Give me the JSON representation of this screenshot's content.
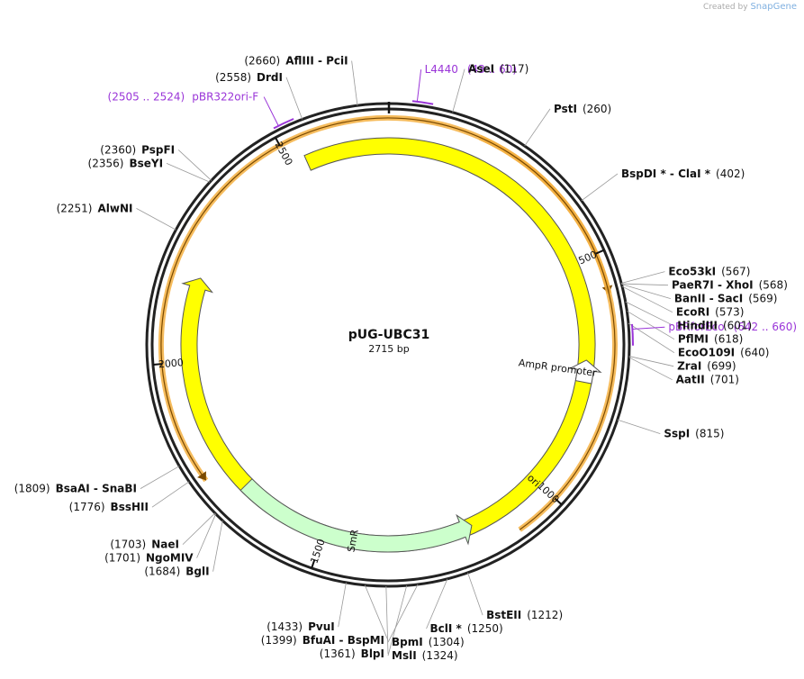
{
  "credit": {
    "prefix": "Created by",
    "brand": "SnapGene"
  },
  "plasmid": {
    "name": "pUG-UBC31",
    "size": "2715 bp",
    "length": 2715
  },
  "colors": {
    "ori": "#ffff00",
    "smr": "#ccffcc",
    "ampr": "#ffffff",
    "orf_highlight": "#f5b041",
    "primer": "#9a35d8",
    "backbone": "#222222"
  },
  "ring_ticks": [
    "500",
    "1000",
    "1500",
    "2000",
    "2500"
  ],
  "features": [
    {
      "name": "ori",
      "start": 2535,
      "end": 2184,
      "direction": "cw",
      "color": "#ffff00"
    },
    {
      "name": "SmR",
      "start": 1700,
      "end": 1170,
      "direction": "ccw",
      "color": "#ccffcc"
    },
    {
      "name": "AmpR promoter",
      "start": 760,
      "end": 712,
      "direction": "ccw",
      "color": "#ffffff"
    }
  ],
  "orfs": [
    {
      "start": 180,
      "end": 580,
      "direction": "cw"
    },
    {
      "start": 1090,
      "end": 1760,
      "direction": "ccw"
    }
  ],
  "primers": [
    {
      "name": "L4440",
      "range": "(43 .. 60)",
      "start": 43,
      "end": 60
    },
    {
      "name": "pBRforEco",
      "range": "(642 .. 660)",
      "start": 642,
      "end": 660
    },
    {
      "name": "pBR322ori-F",
      "range": "(2505 .. 2524)",
      "start": 2505,
      "end": 2524
    }
  ],
  "sites": [
    {
      "enzyme": "AseI",
      "extra": "",
      "pos": "(117)",
      "bp": 117
    },
    {
      "enzyme": "PstI",
      "extra": "",
      "pos": "(260)",
      "bp": 260
    },
    {
      "enzyme": "BspDI *",
      "extra": "ClaI *",
      "pos": "(402)",
      "bp": 402
    },
    {
      "enzyme": "Eco53kI",
      "extra": "",
      "pos": "(567)",
      "bp": 567
    },
    {
      "enzyme": "PaeR7I",
      "extra": "XhoI",
      "pos": "(568)",
      "bp": 568
    },
    {
      "enzyme": "BanII",
      "extra": "SacI",
      "pos": "(569)",
      "bp": 569
    },
    {
      "enzyme": "EcoRI",
      "extra": "",
      "pos": "(573)",
      "bp": 573
    },
    {
      "enzyme": "HindIII",
      "extra": "",
      "pos": "(601)",
      "bp": 601
    },
    {
      "enzyme": "PflMI",
      "extra": "",
      "pos": "(618)",
      "bp": 618
    },
    {
      "enzyme": "EcoO109I",
      "extra": "",
      "pos": "(640)",
      "bp": 640
    },
    {
      "enzyme": "ZraI",
      "extra": "",
      "pos": "(699)",
      "bp": 699
    },
    {
      "enzyme": "AatII",
      "extra": "",
      "pos": "(701)",
      "bp": 701
    },
    {
      "enzyme": "SspI",
      "extra": "",
      "pos": "(815)",
      "bp": 815
    },
    {
      "enzyme": "BstEII",
      "extra": "",
      "pos": "(1212)",
      "bp": 1212
    },
    {
      "enzyme": "BclI *",
      "extra": "",
      "pos": "(1250)",
      "bp": 1250
    },
    {
      "enzyme": "BpmI",
      "extra": "",
      "pos": "(1304)",
      "bp": 1304
    },
    {
      "enzyme": "MslI",
      "extra": "",
      "pos": "(1324)",
      "bp": 1324
    },
    {
      "enzyme": "BlpI",
      "extra": "",
      "pos": "(1361)",
      "bp": 1361
    },
    {
      "enzyme": "BfuAI",
      "extra": "BspMI",
      "pos": "(1399)",
      "bp": 1399
    },
    {
      "enzyme": "PvuI",
      "extra": "",
      "pos": "(1433)",
      "bp": 1433
    },
    {
      "enzyme": "BglI",
      "extra": "",
      "pos": "(1684)",
      "bp": 1684
    },
    {
      "enzyme": "NgoMIV",
      "extra": "",
      "pos": "(1701)",
      "bp": 1701
    },
    {
      "enzyme": "NaeI",
      "extra": "",
      "pos": "(1703)",
      "bp": 1703
    },
    {
      "enzyme": "BssHII",
      "extra": "",
      "pos": "(1776)",
      "bp": 1776
    },
    {
      "enzyme": "BsaAI",
      "extra": "SnaBI",
      "pos": "(1809)",
      "bp": 1809
    },
    {
      "enzyme": "AlwNI",
      "extra": "",
      "pos": "(2251)",
      "bp": 2251
    },
    {
      "enzyme": "BseYI",
      "extra": "",
      "pos": "(2356)",
      "bp": 2356
    },
    {
      "enzyme": "PspFI",
      "extra": "",
      "pos": "(2360)",
      "bp": 2360
    },
    {
      "enzyme": "DrdI",
      "extra": "",
      "pos": "(2558)",
      "bp": 2558
    },
    {
      "enzyme": "AflIII",
      "extra": "PciI",
      "pos": "(2660)",
      "bp": 2660
    }
  ]
}
